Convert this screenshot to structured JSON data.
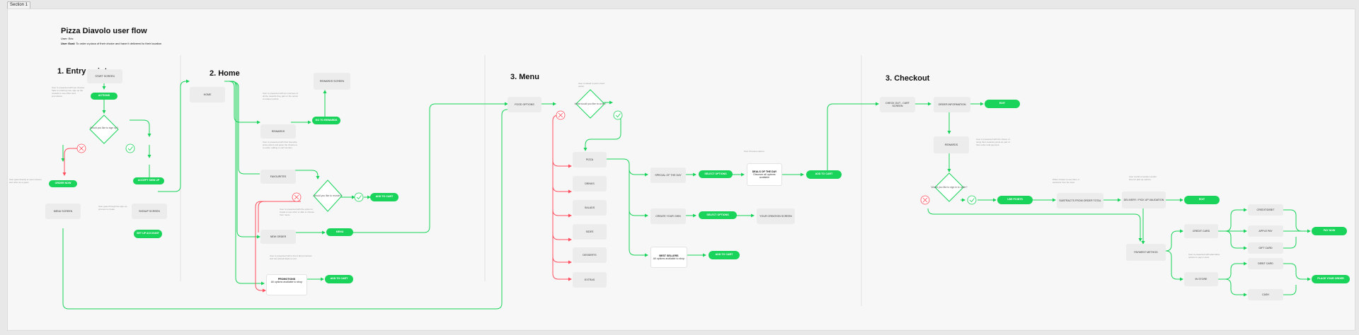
{
  "section_label": "Section 1",
  "header": {
    "title": "Pizza Diavolo user flow",
    "user_line": "User: Eric",
    "goal_label": "User Goal:",
    "goal_text": "To order a pizza of their choice and have it delivered to their location"
  },
  "sections": {
    "entry": "1. Entry point",
    "home": "2. Home",
    "menu": "3. Menu",
    "checkout": "3. Checkout"
  },
  "entry": {
    "start": "START SCREEN",
    "action": "ACTIONS",
    "decision": "Would you like to sign up?",
    "order_now": "ORDER NOW",
    "accept": "ACCEPT SIGN UP",
    "menu_screen": "MENU SCREEN",
    "signup_screen": "SIGNUP SCREEN",
    "set_up": "SET UP ACCOUNT",
    "note_top": "User is presented with two choices. Take to ordering now, sign up the rewards to see offers and promotions.",
    "note_left": "User goes directly to menu screen and order as a guest",
    "note_right": "User goes through the sign-up process to create"
  },
  "home": {
    "home": "HOME",
    "rewards": "REWARDS",
    "rewards_screen": "REWARDS SCREEN",
    "go_rewards": "GO TO REWARDS",
    "favourites": "FAVOURITES",
    "decision": "Would you like to reorder?",
    "add_cart": "ADD TO CART",
    "new_order": "NEW ORDER",
    "menu": "MENU",
    "promotions": "PROMOTIONS",
    "promotions_sub": "All options available to shop",
    "add_cart2": "ADD TO CART",
    "note_rewards": "User is presented with an overview of all the rewards they gain or the option to redeem points.",
    "note_fav": "User is presented with their favourite pizza orders and given the chance to re-order, adding to cart function.",
    "note_new": "User is presented with the option to create a new order or able to choose from menu.",
    "note_promo": "User is presented with a list of all promotions and can add all deals to cart."
  },
  "menu": {
    "food_options": "FOOD OPTIONS",
    "decision": "What would you like to order?",
    "note_top": "User is asked to pick a food option",
    "items": [
      "PIZZA",
      "DRINKS",
      "SALADS",
      "SIDES",
      "DESSERTS",
      "EXTRAS"
    ],
    "special": "SPECIAL OF THE DAY",
    "select_options": "SELECT OPTIONS",
    "deals": "DEALS OF THE DAY",
    "deals_sub": "Discover all options available",
    "add_cart": "ADD TO CART",
    "create": "CREATE YOUR OWN",
    "select_options2": "SELECT OPTIONS",
    "creation": "YOUR CREATION SCREEN",
    "best": "BEST SELLERS",
    "best_sub": "All options available to shop",
    "add_cart2": "ADD TO CART",
    "note_deals": "User chooses options"
  },
  "checkout": {
    "check_out": "CHECK OUT - CART SCREEN",
    "order_info": "ORDER INFORMATION",
    "edit": "EDIT",
    "rewards": "REWARDS",
    "decision": "Would you like to sign in to order?",
    "use_points": "USE POINTS",
    "subtract": "SUBTRACTS FROM ORDER TOTAL",
    "delivery": "DELIVERY / PICK UP VALIDATION",
    "edit2": "EDIT",
    "payment": "PAYMENT METHOD",
    "credit": "CREDIT CARD",
    "cc_options": [
      "CREDIT/DEBIT",
      "APPLE PAY",
      "GIFT CARD"
    ],
    "pay_now": "PAY NOW",
    "alt": "IN STORE",
    "alt_options": [
      "DEBIT CARD",
      "CASH"
    ],
    "place_order": "PLACE YOUR ORDER",
    "note_rewards": "User is presented with the choice of using their rewards points as part of their order total payment.",
    "note_subtract": "When chosen to use them, it subtracts from the total.",
    "note_delivery": "User confirms location and/or time for pick up options.",
    "note_alt": "User is presented with alternative options to pay in store"
  },
  "colors": {
    "accent": "#19d35a",
    "danger": "#ff4d5c",
    "box": "#ececec",
    "canvas": "#f7f7f7"
  }
}
